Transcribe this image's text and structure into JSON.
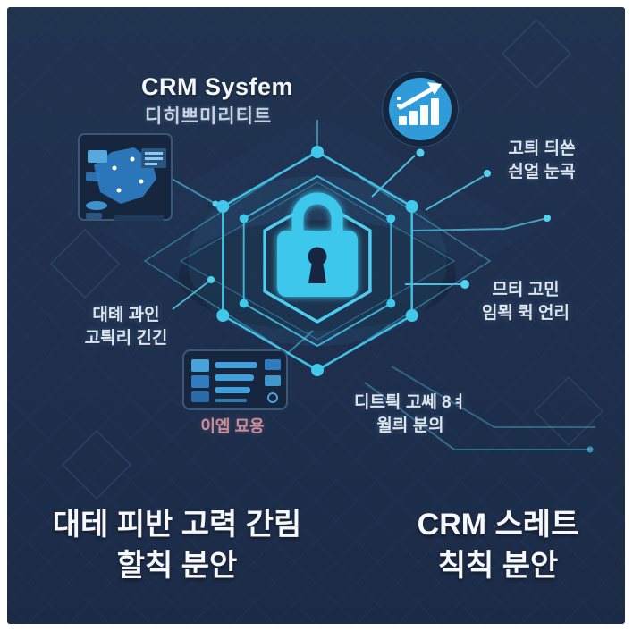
{
  "colors": {
    "background": "#1e2f4d",
    "frame_border": "#ffffff",
    "accent_cyan": "#41c9ec",
    "node_cyan": "#53d2f0",
    "icon_circle_blue": "#2f9bd8",
    "panel_fill": "#15263e",
    "panel_stroke": "#3b5878",
    "text_white": "#f4f7fa",
    "text_muted": "#c9d2dd",
    "text_pink": "#c9909a",
    "pattern_line": "#2b4166"
  },
  "header": {
    "title": "CRM Sysfem",
    "subtitle": "디히쁘미리티트"
  },
  "icons": {
    "analytics": "bar-chart-rising-icon",
    "security": "padlock-icon",
    "map_thumbnail": "map-dashboard-thumbnail",
    "list_thumbnail": "list-dashboard-thumbnail"
  },
  "labels": {
    "top_right": [
      "고틔 듸쓴",
      "싄얼 눈곡"
    ],
    "mid_right": [
      "므티 고민",
      "임뫽 퀵 언리"
    ],
    "left": [
      "대톄 과인",
      "고틕리 긴긴"
    ],
    "bottom_mid": [
      "디트틕 고쎄 8ㅕ",
      "월릐 분의"
    ],
    "pink": "이엡 묘용"
  },
  "footer": {
    "left": [
      "대테 피반 고력 간림",
      "할칙 분안"
    ],
    "right": [
      "CRM 스레트",
      "칙칙 분안"
    ]
  }
}
